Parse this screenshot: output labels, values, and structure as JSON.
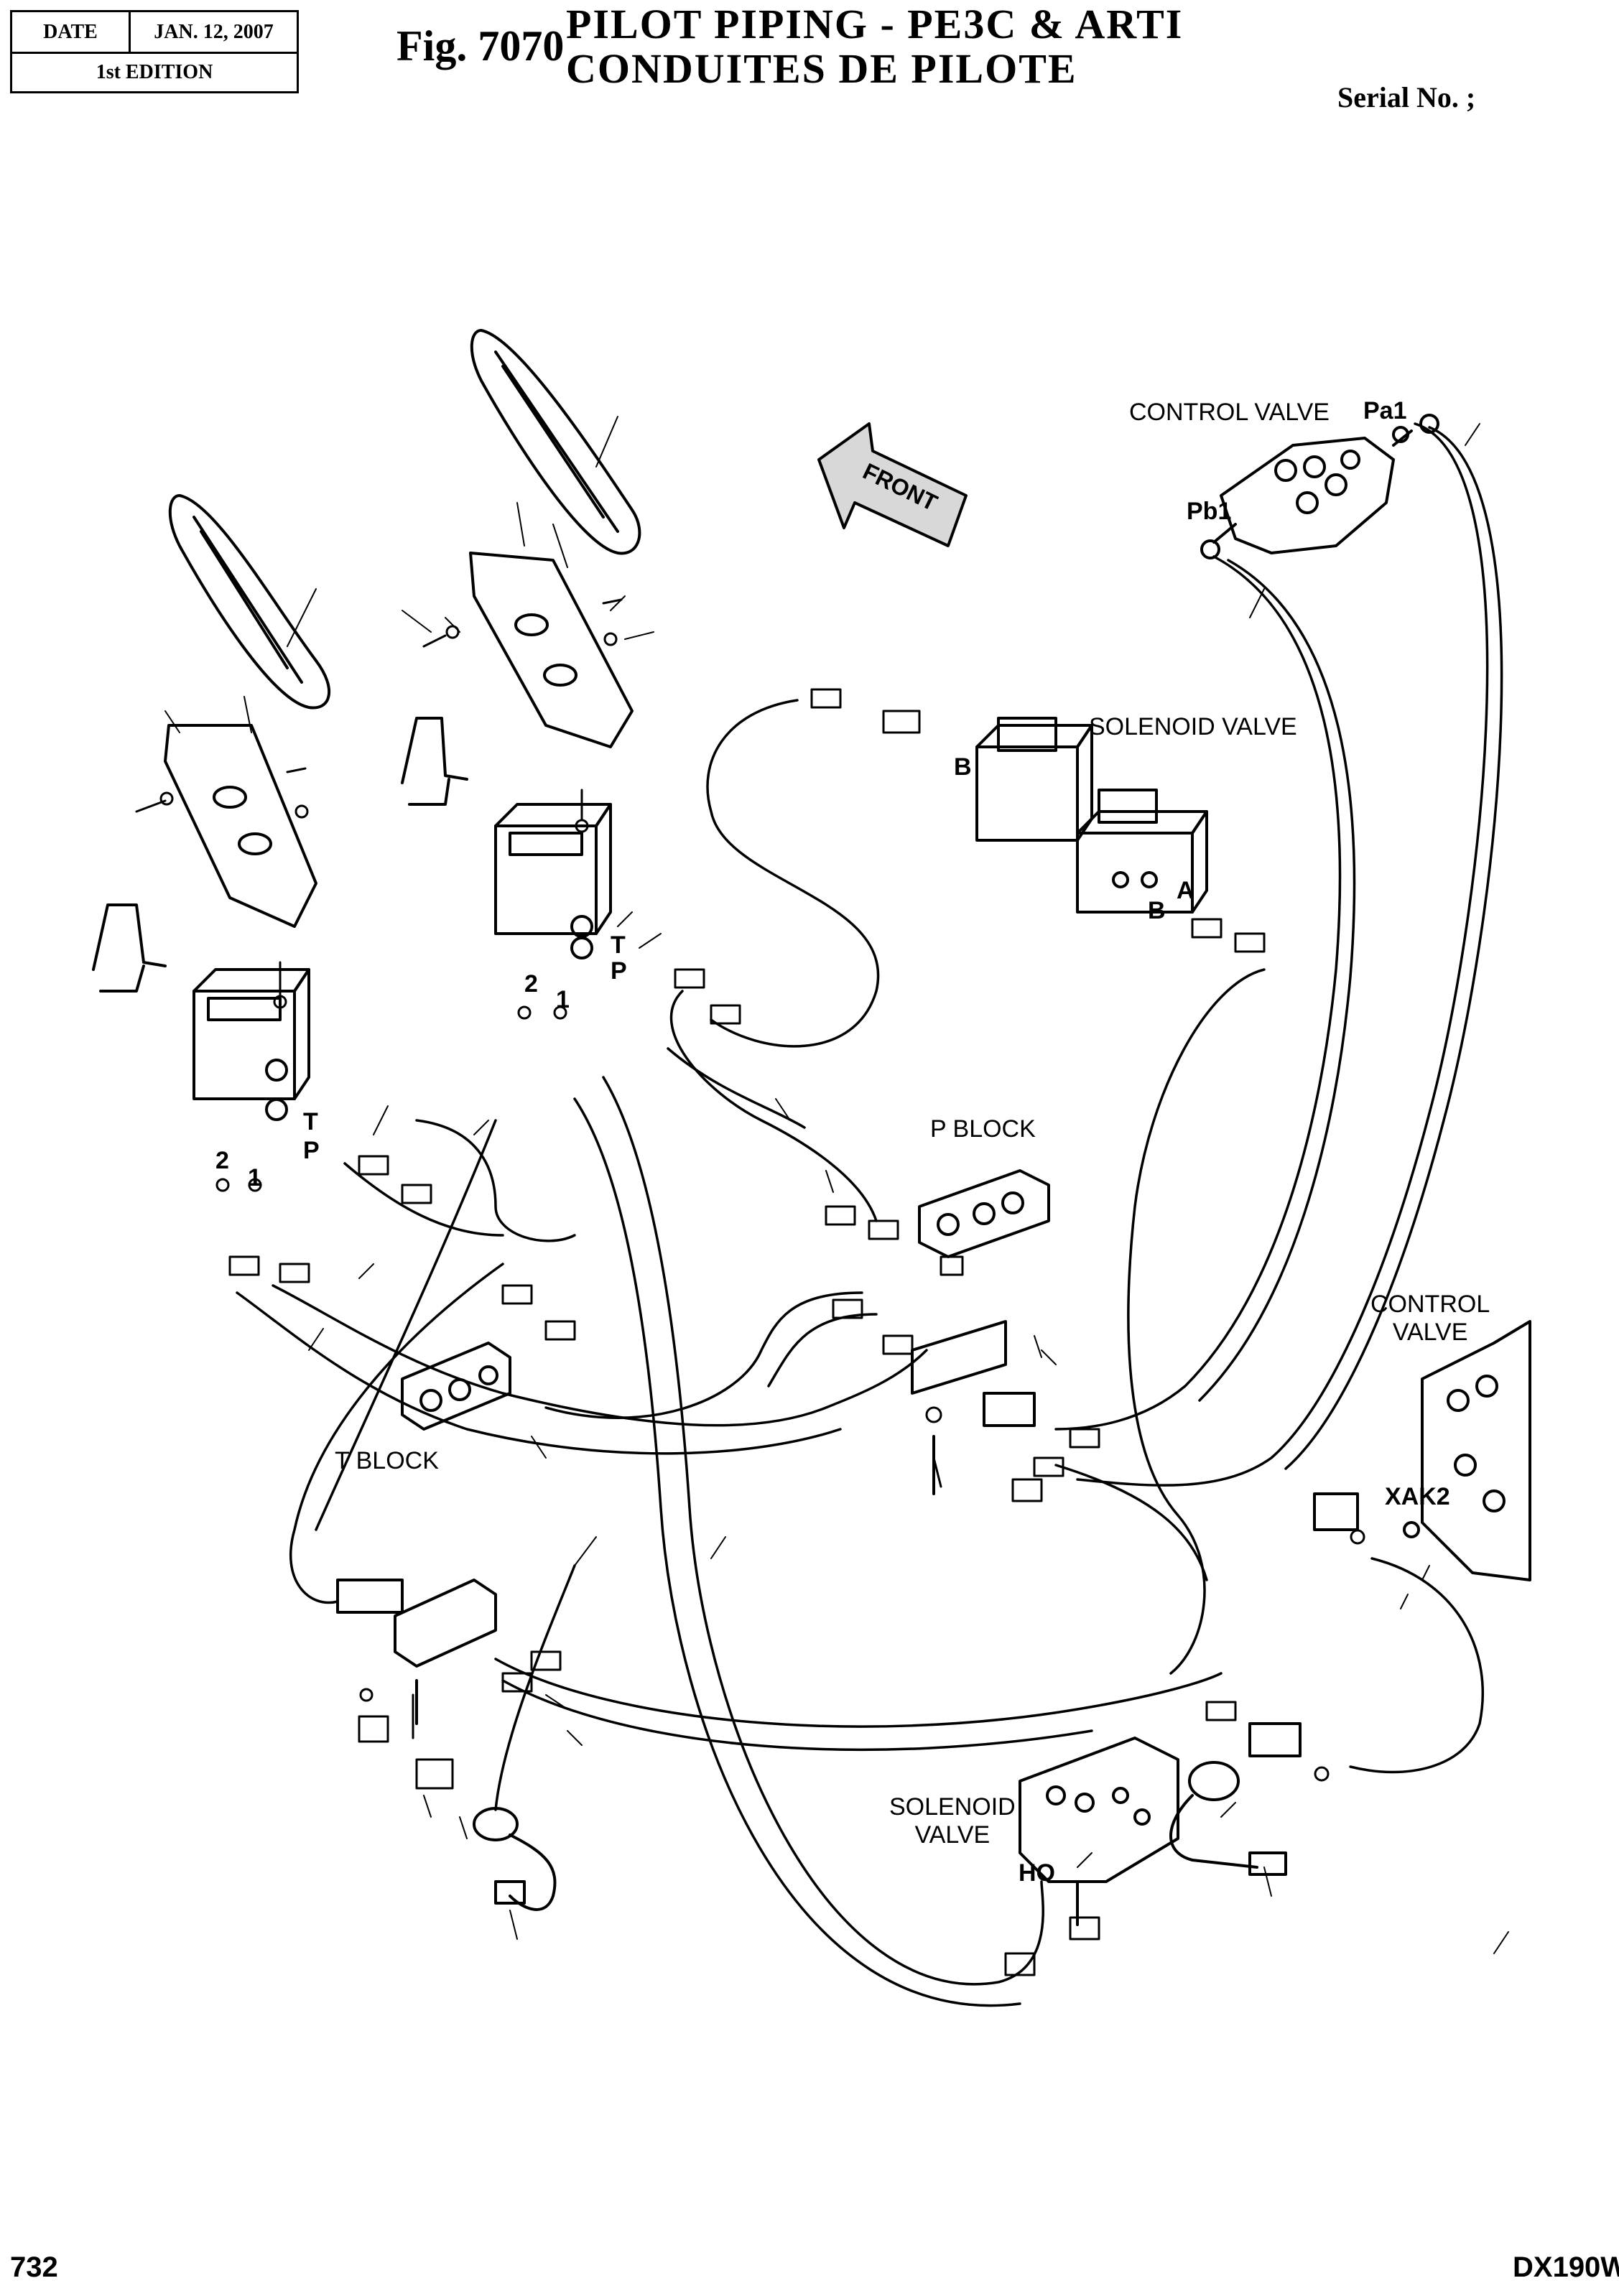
{
  "header": {
    "date_label": "DATE",
    "date_value": "JAN. 12, 2007",
    "edition": "1st EDITION",
    "figure_number": "Fig. 7070",
    "title_en": "PILOT PIPING - PE3C & ARTI",
    "title_fr": "CONDUITES DE PILOTE",
    "serial": "Serial No. ;"
  },
  "footer": {
    "page_number": "732",
    "model": "DX190W"
  },
  "diagram": {
    "front_arrow": "FRONT",
    "labels": {
      "control_valve_top": "CONTROL VALVE",
      "pa1": "Pa1",
      "pb1": "Pb1",
      "solenoid_valve_top": "SOLENOID VALVE",
      "port_b_upper": "B",
      "port_a": "A",
      "port_b_lower": "B",
      "p_block": "P BLOCK",
      "control_valve_right": "CONTROL\nVALVE",
      "xak2": "XAK2",
      "t_block": "T BLOCK",
      "solenoid_valve_bottom": "SOLENOID\nVALVE",
      "ho": "HO",
      "left_pedal_t": "T",
      "left_pedal_p": "P",
      "left_pedal_2": "2",
      "left_pedal_1": "1",
      "right_pedal_t": "T",
      "right_pedal_p": "P",
      "right_pedal_2": "2",
      "right_pedal_1": "1"
    }
  },
  "colors": {
    "ink": "#000000",
    "paper": "#ffffff",
    "arrow_fill": "#d8d8d8"
  }
}
